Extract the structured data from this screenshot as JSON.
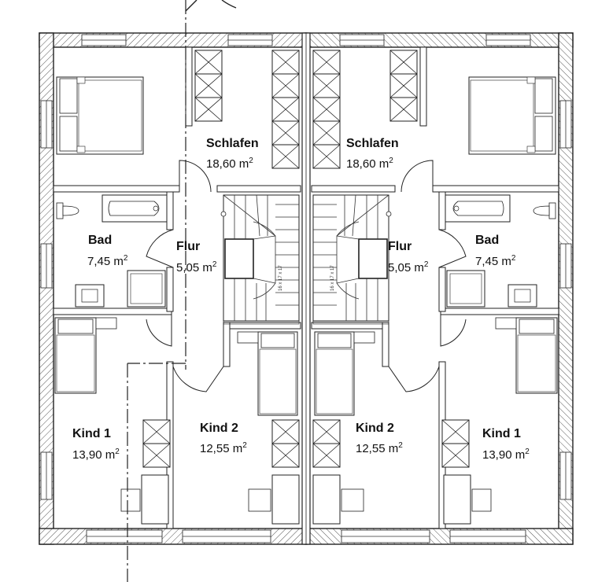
{
  "rooms": [
    {
      "id": "schlafen-left",
      "name": "Schlafen",
      "area": "18,60 m",
      "unit_sup": "2"
    },
    {
      "id": "schlafen-right",
      "name": "Schlafen",
      "area": "18,60 m",
      "unit_sup": "2"
    },
    {
      "id": "bad-left",
      "name": "Bad",
      "area": "7,45 m",
      "unit_sup": "2"
    },
    {
      "id": "bad-right",
      "name": "Bad",
      "area": "7,45 m",
      "unit_sup": "2"
    },
    {
      "id": "flur-left",
      "name": "Flur",
      "area": "5,05 m",
      "unit_sup": "2"
    },
    {
      "id": "flur-right",
      "name": "Flur",
      "area": "5,05 m",
      "unit_sup": "2"
    },
    {
      "id": "kind1-left",
      "name": "Kind 1",
      "area": "13,90 m",
      "unit_sup": "2"
    },
    {
      "id": "kind1-right",
      "name": "Kind 1",
      "area": "13,90 m",
      "unit_sup": "2"
    },
    {
      "id": "kind2-left",
      "name": "Kind 2",
      "area": "12,55 m",
      "unit_sup": "2"
    },
    {
      "id": "kind2-right",
      "name": "Kind 2",
      "area": "12,55 m",
      "unit_sup": "2"
    }
  ],
  "stairs": {
    "dimension_label": "16 x 17 x 17"
  },
  "colors": {
    "line": "#222222",
    "background": "#ffffff",
    "hatch": "#555555"
  }
}
